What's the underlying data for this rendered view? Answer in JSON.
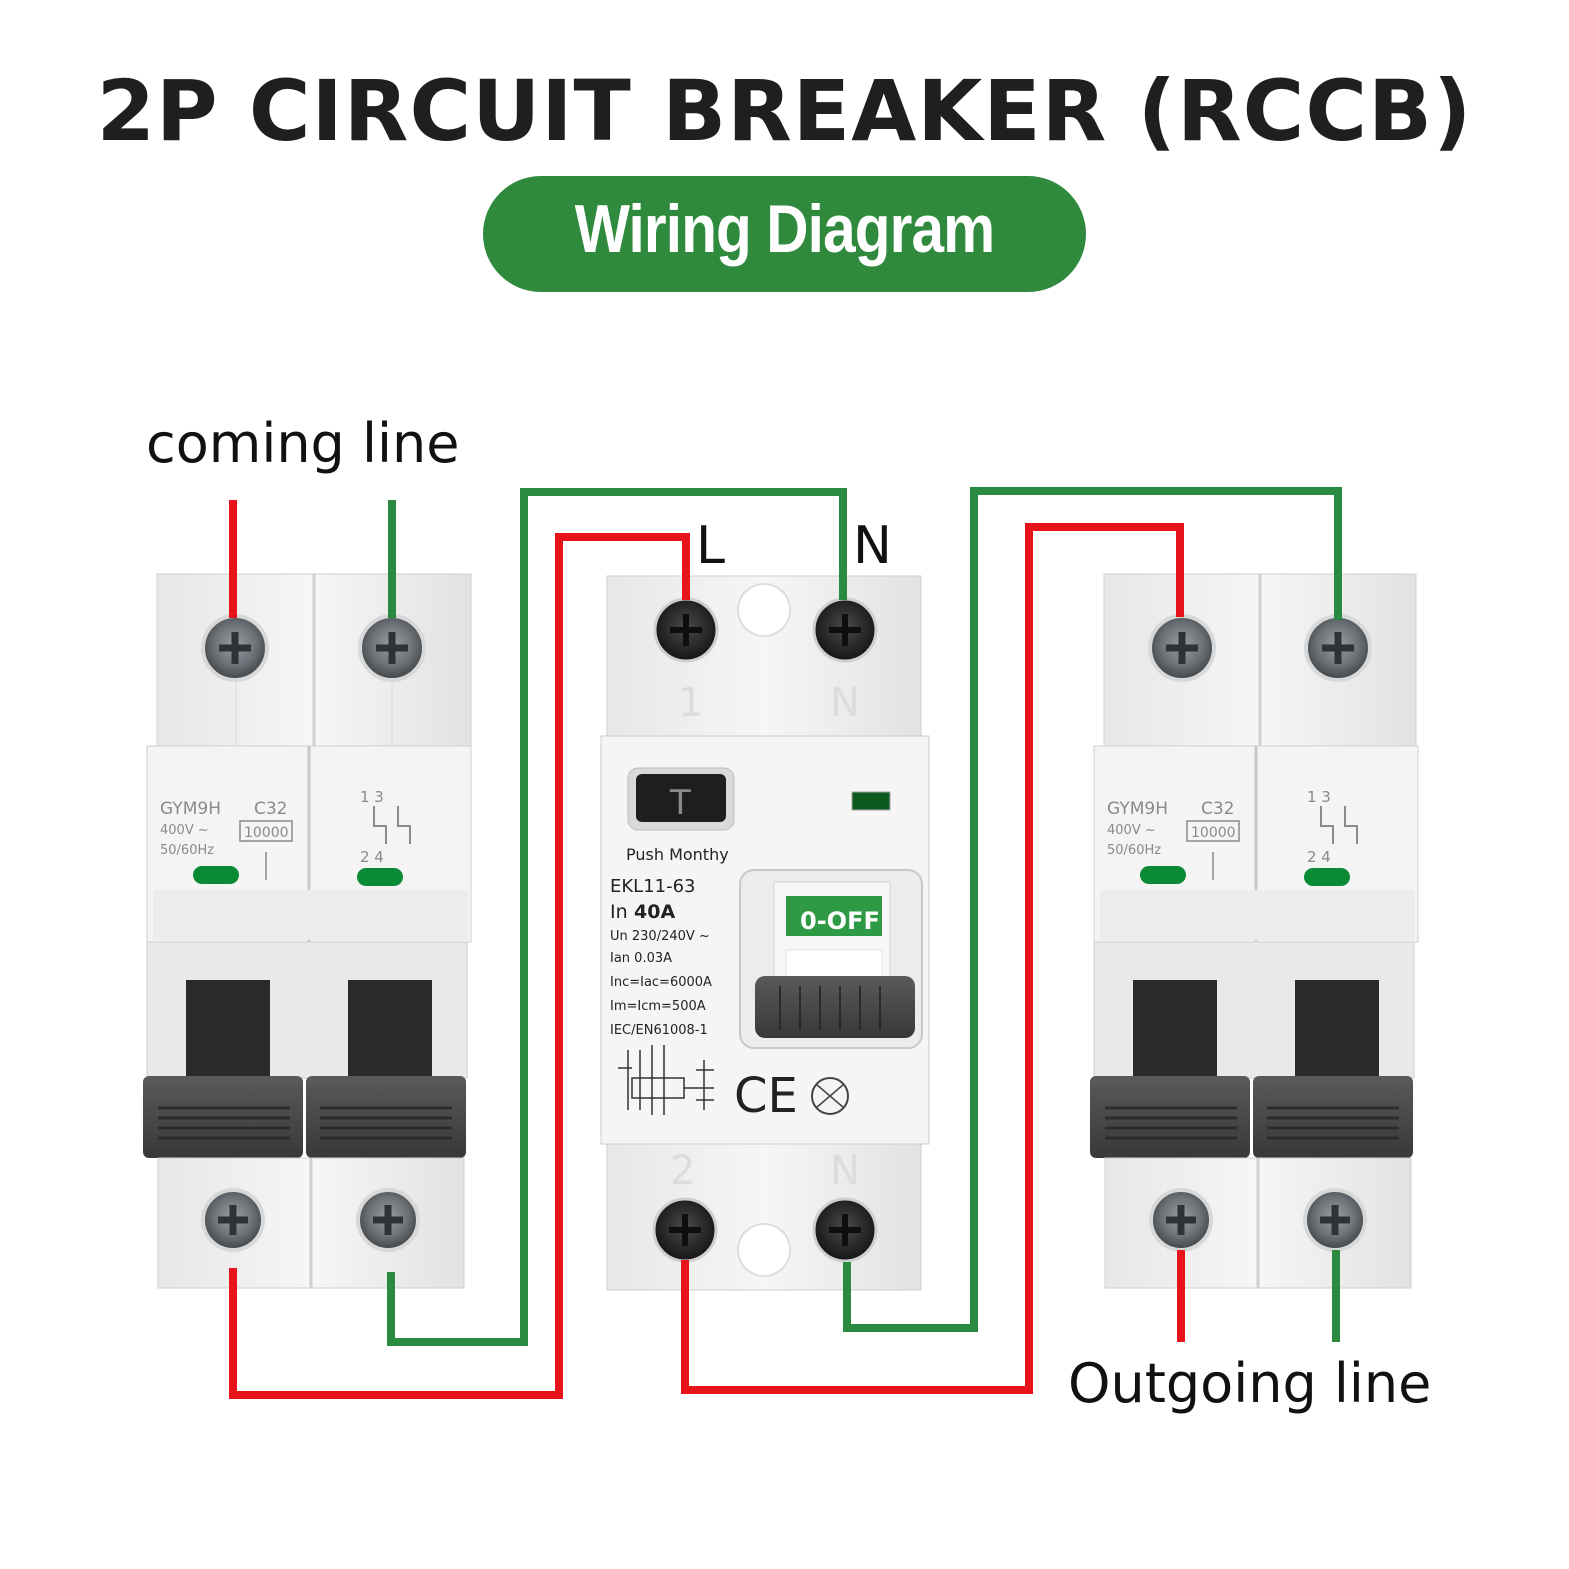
{
  "title": "2P CIRCUIT BREAKER (RCCB)",
  "subtitle": "Wiring Diagram",
  "labels": {
    "coming_line": "coming line",
    "outgoing_line": "Outgoing line",
    "pin_l": "L",
    "pin_n": "N"
  },
  "mcb": {
    "model": "GYM9H",
    "curve": "C32",
    "voltage": "400V ~",
    "frequency": "50/60Hz",
    "breaking": "10000",
    "terminals_top": "1 3",
    "terminals_bottom": "2 4"
  },
  "rccb": {
    "top_terminal_left": "1",
    "top_terminal_right": "N",
    "bottom_terminal_left": "2",
    "bottom_terminal_right": "N",
    "test_button": "T",
    "test_caption": "Push Monthy",
    "model": "EKL11-63",
    "rating_prefix": "In",
    "rating_value": "40A",
    "spec_un": "Un 230/240V ~",
    "spec_ian": "Ian 0.03A",
    "spec_inc": "Inc=Iac=6000A",
    "spec_im": "Im=Icm=500A",
    "spec_std": "IEC/EN61008-1",
    "state": "0-OFF",
    "ce_mark": "CE"
  },
  "colors": {
    "title": "#1f1f1f",
    "pill": "#2f8a3e",
    "live_wire": "#e8141c",
    "neutral_wire": "#2a8a3f",
    "indicator": "#0b8a35",
    "handle": "#4a4a4a"
  }
}
